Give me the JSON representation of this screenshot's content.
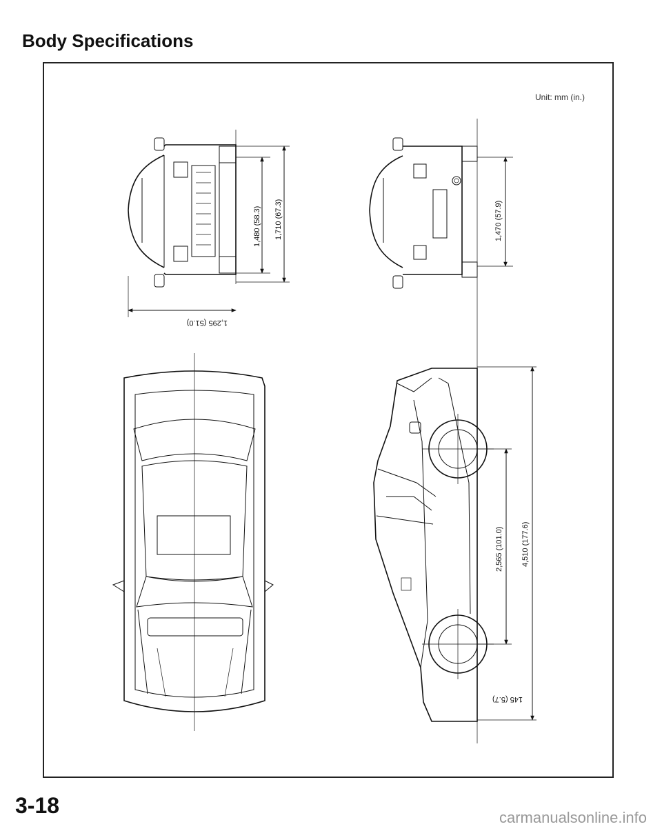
{
  "page": {
    "title": "Body Specifications",
    "unit": "Unit: mm (in.)",
    "page_number": "3-18",
    "footer": "carmanualsonline.info"
  },
  "dimensions": {
    "height_front": "1,480 (58.3)",
    "overall_height": "1,710 (67.3)",
    "width": "1,295 (51.0)",
    "rear_height": "1,470 (57.9)",
    "wheelbase": "2,565 (101.0)",
    "overall_length": "4,510 (177.6)",
    "ground_clearance": "145 (5.7)"
  }
}
